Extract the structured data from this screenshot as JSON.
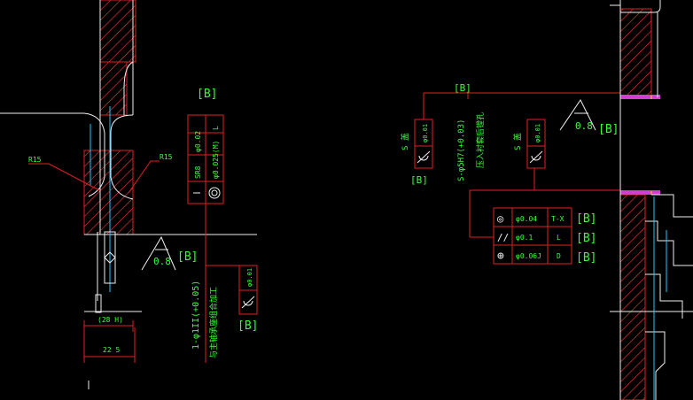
{
  "colors": {
    "background": "#000000",
    "hatch": "#ff3b3b",
    "frame": "#e02020",
    "text": "#39ff39",
    "center": "#23c6ff",
    "white": "#f0f0f0",
    "magenta": "#d040d0",
    "yellow": "#ffd400"
  },
  "labels": {
    "r15_left": "R15",
    "r15_right": "R15",
    "datum_top_left": "[B]",
    "datum_top_right": "[B]",
    "datum_left_bottom": "[B]",
    "datum_right_side": "[B]",
    "datum_left_note": "[B]",
    "datum_right_note": "[B]",
    "datum_row1": "[B]",
    "datum_row2": "[B]",
    "datum_row3": "[B]",
    "surface_left": "0.8",
    "surface_right": "0.8",
    "dim_small": "(28 H)",
    "dim_bottom": "22 5",
    "vertical_note_left_1": "1-φ1II(+0.05)",
    "vertical_note_left_2": "与主轴承座组合加工",
    "vertical_note_right_1": "S-φ5H7(+0.03)",
    "vertical_note_right_2": "压入衬套后镗孔",
    "side_note_a": "S 盖",
    "side_note_b": "S 盖"
  },
  "frames": {
    "left_vertical": {
      "row1": "L",
      "row2": "φ0.025(M)",
      "row3": "φ0.02",
      "row4": "SR8"
    },
    "left_small": {
      "value": "φ0.01"
    },
    "right_small_a": {
      "value": "φ0.01"
    },
    "right_small_b": {
      "value": "φ0.01"
    },
    "right_table": [
      {
        "symbol": "◎",
        "value": "φ0.04",
        "ref": "T-X"
      },
      {
        "symbol": "//",
        "value": "φ0.1",
        "ref": "L"
      },
      {
        "symbol": "⊕",
        "value": "φ0.06J",
        "ref": "D"
      }
    ]
  }
}
